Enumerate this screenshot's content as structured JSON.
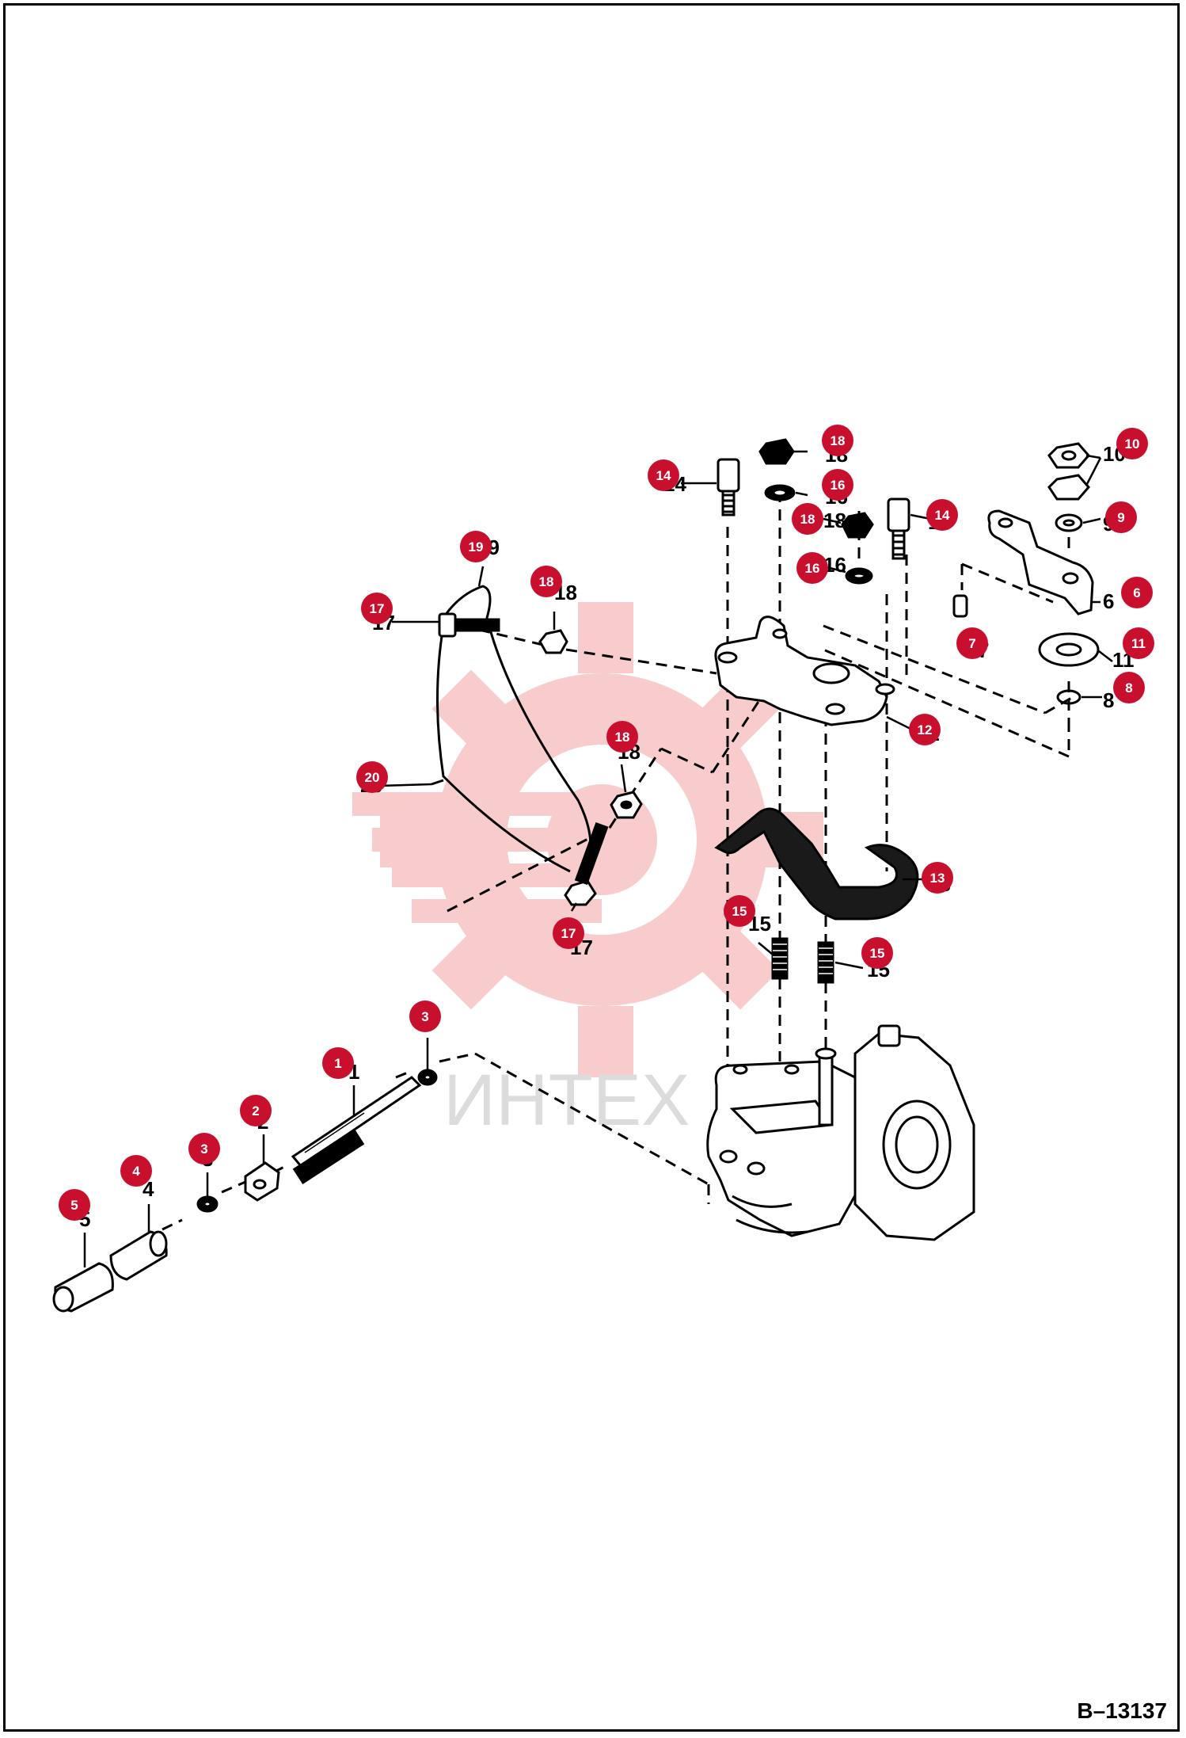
{
  "figure_id": "B–13137",
  "watermark_text": "ИНТЕХ",
  "colors": {
    "callout": "#c8102e",
    "watermark": "#f2a0a0",
    "line": "#000000"
  },
  "callouts": [
    {
      "label": "1",
      "name": "callout-1"
    },
    {
      "label": "2",
      "name": "callout-2"
    },
    {
      "label": "3",
      "name": "callout-3a"
    },
    {
      "label": "3",
      "name": "callout-3b"
    },
    {
      "label": "4",
      "name": "callout-4"
    },
    {
      "label": "5",
      "name": "callout-5"
    },
    {
      "label": "6",
      "name": "callout-6"
    },
    {
      "label": "7",
      "name": "callout-7"
    },
    {
      "label": "8",
      "name": "callout-8"
    },
    {
      "label": "9",
      "name": "callout-9"
    },
    {
      "label": "10",
      "name": "callout-10"
    },
    {
      "label": "11",
      "name": "callout-11"
    },
    {
      "label": "12",
      "name": "callout-12"
    },
    {
      "label": "13",
      "name": "callout-13"
    },
    {
      "label": "14",
      "name": "callout-14a"
    },
    {
      "label": "14",
      "name": "callout-14b"
    },
    {
      "label": "15",
      "name": "callout-15a"
    },
    {
      "label": "15",
      "name": "callout-15b"
    },
    {
      "label": "16",
      "name": "callout-16a"
    },
    {
      "label": "16",
      "name": "callout-16b"
    },
    {
      "label": "17",
      "name": "callout-17a"
    },
    {
      "label": "17",
      "name": "callout-17b"
    },
    {
      "label": "18",
      "name": "callout-18a"
    },
    {
      "label": "18",
      "name": "callout-18b"
    },
    {
      "label": "18",
      "name": "callout-18c"
    },
    {
      "label": "18",
      "name": "callout-18d"
    },
    {
      "label": "19",
      "name": "callout-19"
    },
    {
      "label": "20",
      "name": "callout-20"
    }
  ]
}
